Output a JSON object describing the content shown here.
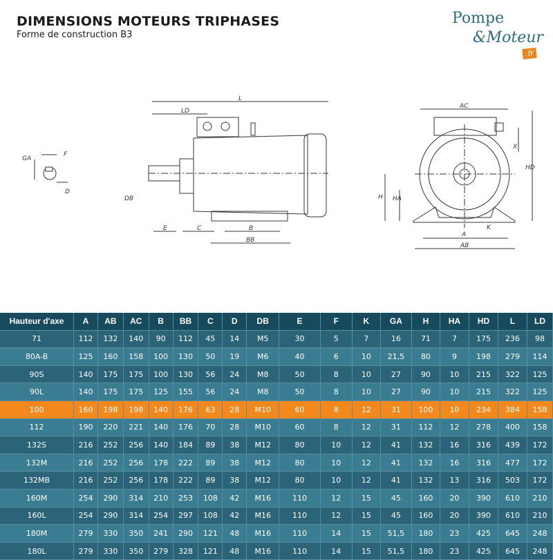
{
  "header": {
    "title": "DIMENSIONS MOTEURS TRIPHASES",
    "subtitle": "Forme de construction B3"
  },
  "logo": {
    "line1": "Pompe",
    "line2": "&Moteur",
    "badge": ".fr",
    "brand_color": "#2c6d80",
    "accent_color": "#e8861d"
  },
  "drawing": {
    "labels": {
      "L": "L",
      "LD": "LD",
      "GA": "GA",
      "F": "F",
      "D": "D",
      "DB": "DB",
      "E": "E",
      "C": "C",
      "B": "B",
      "BB": "BB",
      "AC": "AC",
      "X": "X",
      "HD": "HD",
      "H": "H",
      "HA": "HA",
      "A": "A",
      "K": "K",
      "AB": "AB"
    }
  },
  "table": {
    "colors": {
      "header": "#174a5c",
      "row_dark": "#2b6478",
      "row_light": "#3a7c91",
      "highlight": "#f3891c"
    },
    "headers": [
      "Hauteur d'axe",
      "A",
      "AB",
      "AC",
      "B",
      "BB",
      "C",
      "D",
      "DB",
      "E",
      "F",
      "K",
      "GA",
      "H",
      "HA",
      "HD",
      "L",
      "LD"
    ],
    "highlight_row": "100",
    "rows": [
      [
        "71",
        "112",
        "132",
        "140",
        "90",
        "112",
        "45",
        "14",
        "M5",
        "30",
        "5",
        "7",
        "16",
        "71",
        "7",
        "175",
        "236",
        "98"
      ],
      [
        "80A-B",
        "125",
        "160",
        "158",
        "100",
        "130",
        "50",
        "19",
        "M6",
        "40",
        "6",
        "10",
        "21,5",
        "80",
        "9",
        "198",
        "279",
        "114"
      ],
      [
        "90S",
        "140",
        "175",
        "175",
        "100",
        "130",
        "56",
        "24",
        "M8",
        "50",
        "8",
        "10",
        "27",
        "90",
        "10",
        "215",
        "322",
        "125"
      ],
      [
        "90L",
        "140",
        "175",
        "175",
        "125",
        "155",
        "56",
        "24",
        "M8",
        "50",
        "8",
        "10",
        "27",
        "90",
        "10",
        "215",
        "322",
        "125"
      ],
      [
        "100",
        "160",
        "198",
        "198",
        "140",
        "176",
        "63",
        "28",
        "M10",
        "60",
        "8",
        "12",
        "31",
        "100",
        "10",
        "234",
        "384",
        "158"
      ],
      [
        "112",
        "190",
        "220",
        "221",
        "140",
        "176",
        "70",
        "28",
        "M10",
        "60",
        "8",
        "12",
        "31",
        "112",
        "12",
        "278",
        "400",
        "158"
      ],
      [
        "132S",
        "216",
        "252",
        "256",
        "140",
        "184",
        "89",
        "38",
        "M12",
        "80",
        "10",
        "12",
        "41",
        "132",
        "16",
        "316",
        "439",
        "172"
      ],
      [
        "132M",
        "216",
        "252",
        "256",
        "178",
        "222",
        "89",
        "38",
        "M12",
        "80",
        "10",
        "12",
        "41",
        "132",
        "16",
        "316",
        "477",
        "172"
      ],
      [
        "132MB",
        "216",
        "252",
        "256",
        "178",
        "222",
        "89",
        "38",
        "M12",
        "80",
        "10",
        "12",
        "41",
        "132",
        "13",
        "316",
        "503",
        "172"
      ],
      [
        "160M",
        "254",
        "290",
        "314",
        "210",
        "253",
        "108",
        "42",
        "M16",
        "110",
        "12",
        "15",
        "45",
        "160",
        "20",
        "390",
        "610",
        "210"
      ],
      [
        "160L",
        "254",
        "290",
        "314",
        "254",
        "297",
        "108",
        "42",
        "M16",
        "110",
        "12",
        "15",
        "45",
        "160",
        "20",
        "390",
        "610",
        "210"
      ],
      [
        "180M",
        "279",
        "330",
        "350",
        "241",
        "290",
        "121",
        "48",
        "M16",
        "110",
        "14",
        "15",
        "51,5",
        "180",
        "23",
        "425",
        "645",
        "248"
      ],
      [
        "180L",
        "279",
        "330",
        "350",
        "279",
        "328",
        "121",
        "48",
        "M16",
        "110",
        "14",
        "15",
        "51,5",
        "180",
        "23",
        "425",
        "645",
        "248"
      ]
    ]
  }
}
